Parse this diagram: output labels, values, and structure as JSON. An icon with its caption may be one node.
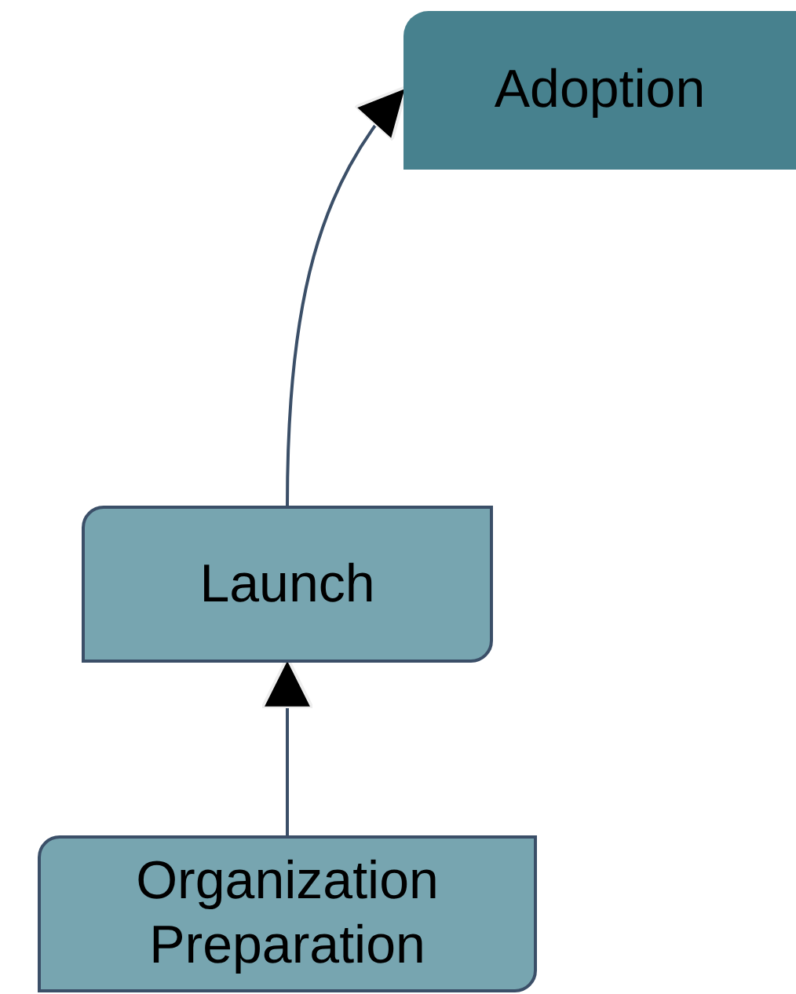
{
  "diagram": {
    "nodes": [
      {
        "text": [
          "Adoption"
        ]
      },
      {
        "text": [
          "Launch"
        ]
      },
      {
        "text": [
          "Organization Preparation"
        ]
      }
    ],
    "edges": [
      {
        "from": 1,
        "to": 0,
        "arrow": "to"
      },
      {
        "from": 2,
        "to": 1,
        "arrow": "to"
      }
    ]
  }
}
